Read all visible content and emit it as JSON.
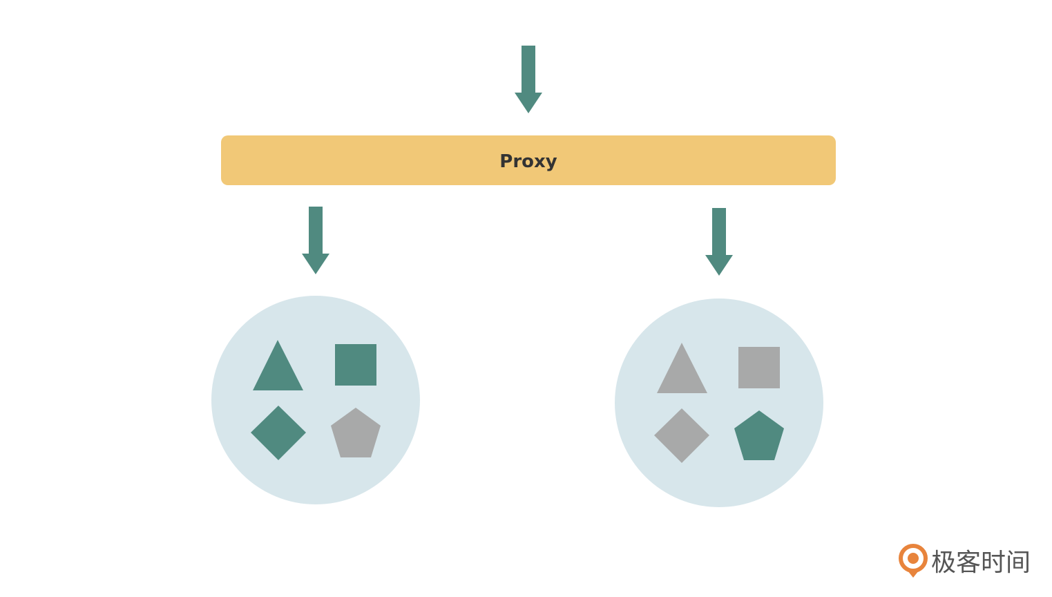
{
  "proxy": {
    "label": "Proxy"
  },
  "groups": [
    {
      "shapes": [
        {
          "type": "triangle",
          "state": "active"
        },
        {
          "type": "square",
          "state": "active"
        },
        {
          "type": "diamond",
          "state": "active"
        },
        {
          "type": "pentagon",
          "state": "inactive"
        }
      ]
    },
    {
      "shapes": [
        {
          "type": "triangle",
          "state": "inactive"
        },
        {
          "type": "square",
          "state": "inactive"
        },
        {
          "type": "diamond",
          "state": "inactive"
        },
        {
          "type": "pentagon",
          "state": "active"
        }
      ]
    }
  ],
  "brand": {
    "text": "极客时间",
    "icon": "geektime-logo-icon"
  },
  "colors": {
    "arrow": "#508a80",
    "proxy_bar": "#f1c877",
    "proxy_text": "#333333",
    "circle": "#d7e6eb",
    "active_shape": "#508a80",
    "inactive_shape": "#a8a9a9",
    "brand_text": "#555555",
    "brand_icon": "#e8843c"
  }
}
